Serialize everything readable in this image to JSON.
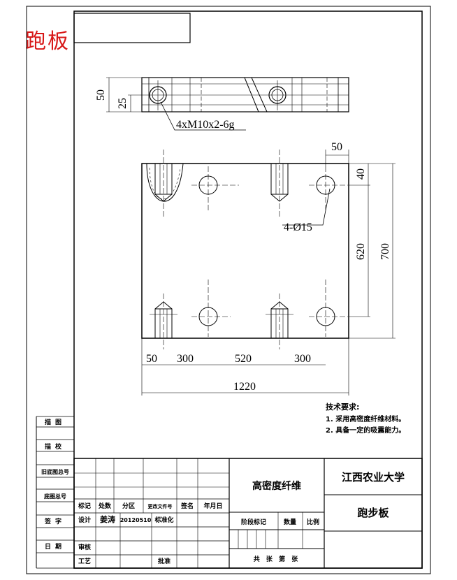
{
  "stamp": "跑板",
  "drawing": {
    "top_view": {
      "dim_50": "50",
      "dim_25": "25",
      "thread_callout": "4xM10x2-6g"
    },
    "main_view": {
      "dim_top_50": "50",
      "dim_40": "40",
      "hole_callout": "4-Ø15",
      "dim_620": "620",
      "dim_700": "700",
      "dim_b50": "50",
      "dim_300a": "300",
      "dim_520": "520",
      "dim_300b": "300",
      "dim_1220": "1220"
    },
    "notes": {
      "heading": "技术要求:",
      "line1": "1. 采用高密度纤维材料。",
      "line2": "2. 具备一定的吸震能力。"
    }
  },
  "left_strip": {
    "miao_tu": "描图",
    "miao_jiao": "描校",
    "jiu_di_tu": "旧底图总号",
    "di_tu": "底图总号",
    "qian_zi": "签字",
    "ri_qi": "日期"
  },
  "title_block": {
    "hdr_mark": "标记",
    "hdr_count": "处数",
    "hdr_zone": "分区",
    "hdr_docno": "更改文件号",
    "hdr_sign": "签名",
    "hdr_date": "年月日",
    "design_label": "设计",
    "designer": "姜涛",
    "design_date": "20120510",
    "std_label": "标准化",
    "review_label": "审核",
    "process_label": "工艺",
    "approve_label": "批准",
    "material": "高密度纤维",
    "stage_mark": "阶段标记",
    "weight": "数量",
    "scale": "比例",
    "sheets": "共 张 第 张",
    "organization": "江西农业大学",
    "part_name": "跑步板"
  }
}
